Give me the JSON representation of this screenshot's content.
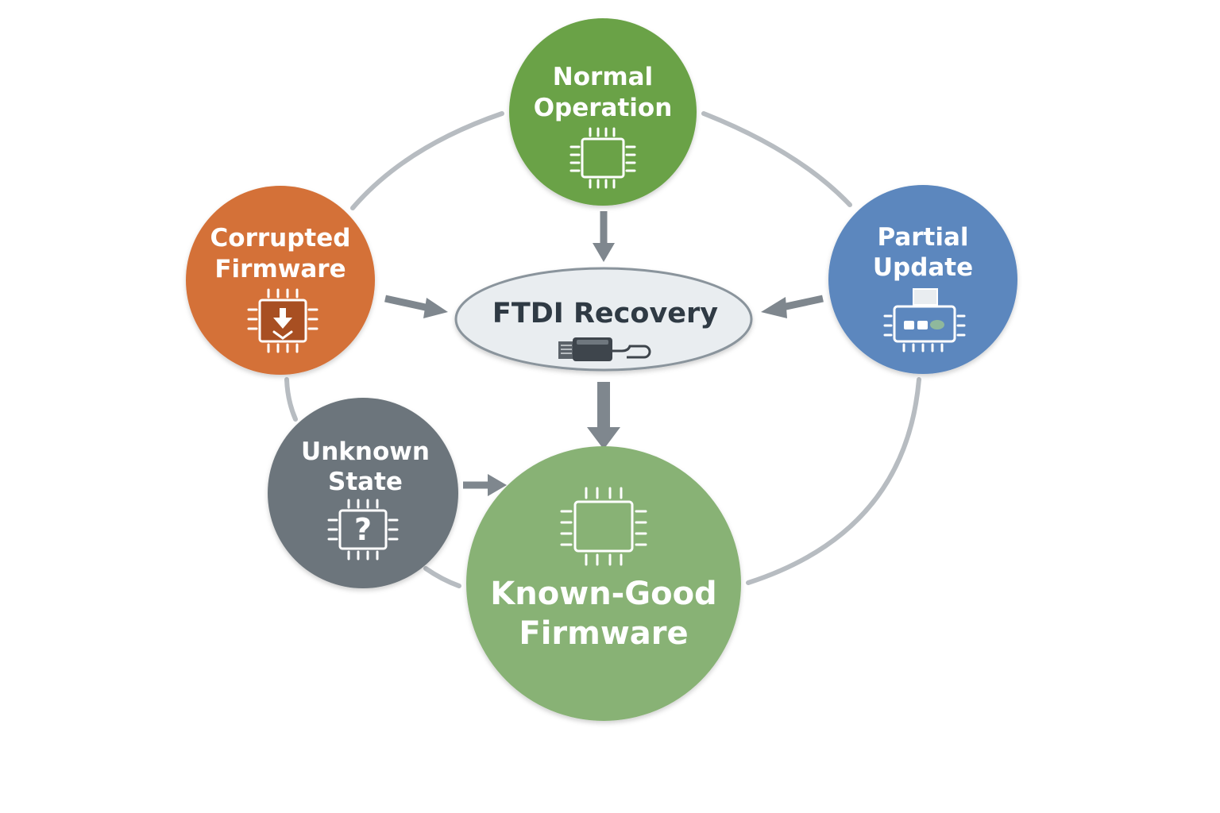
{
  "diagram": {
    "nodes": {
      "normal_operation": {
        "lines": [
          "Normal",
          "Operation"
        ],
        "color": "#6aa247",
        "icon": "chip-icon"
      },
      "corrupted_firmware": {
        "lines": [
          "Corrupted",
          "Firmware"
        ],
        "color": "#d47138",
        "icon": "chip-download-icon"
      },
      "partial_update": {
        "lines": [
          "Partial",
          "Update"
        ],
        "color": "#5b87be",
        "icon": "chip-progress-icon"
      },
      "unknown_state": {
        "lines": [
          "Unknown",
          "State"
        ],
        "color": "#6c757b",
        "icon": "chip-question-icon"
      },
      "known_good_firmware": {
        "lines": [
          "Known-Good",
          "Firmware"
        ],
        "color": "#88b275",
        "icon": "chip-icon"
      },
      "ftdi_recovery": {
        "label": "FTDI Recovery",
        "color": "#e9edf0",
        "icon": "usb-cable-icon"
      }
    },
    "question_glyph": "?",
    "ring_color": "#b7bcc1",
    "arrow_color": "#7f878e"
  }
}
